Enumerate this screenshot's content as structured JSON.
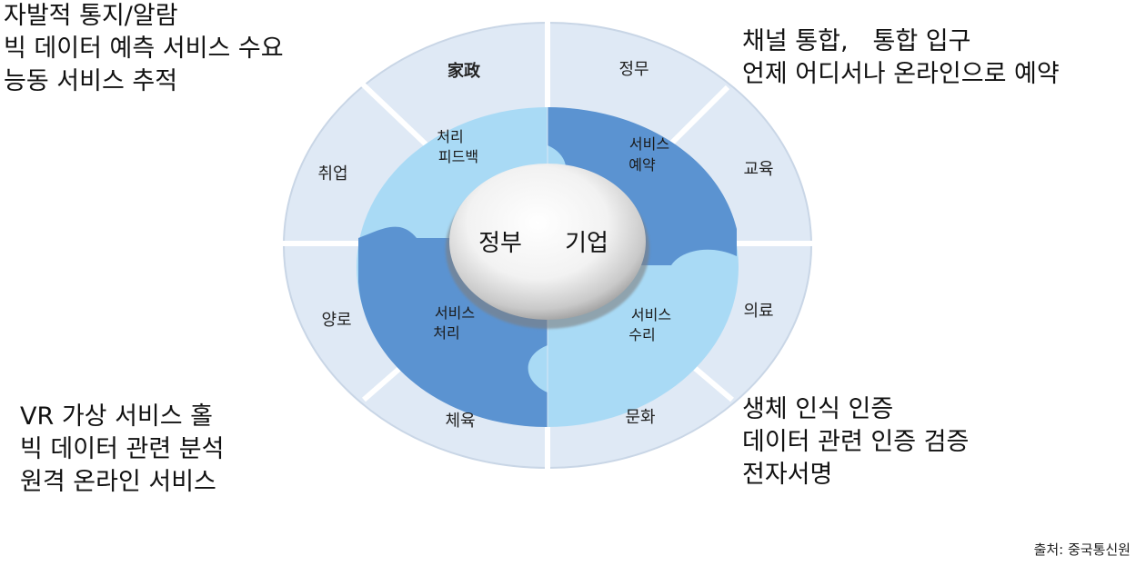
{
  "corners": {
    "top_left": [
      "자발적 통지/알람",
      "빅 데이터 예측 서비스 수요",
      "능동 서비스 추적"
    ],
    "top_right": [
      "채널 통합,　통합 입구",
      "언제 어디서나 온라인으로 예약"
    ],
    "bottom_left": [
      "VR 가상 서비스 홀",
      "빅 데이터 관련 분석",
      "원격 온라인 서비스"
    ],
    "bottom_right": [
      "생체 인식 인증",
      "데이터 관련 인증 검증",
      "전자서명"
    ]
  },
  "outer_ring": {
    "family_affairs": "家政",
    "government": "정무",
    "education": "교육",
    "medical": "의료",
    "culture": "문화",
    "sports": "체육",
    "elderly_care": "양로",
    "employment": "취업"
  },
  "inner_ring": {
    "feedback_line1": "처리",
    "feedback_line2": "피드백",
    "booking_line1": "서비스",
    "booking_line2": "예약",
    "receive_line1": "서비스",
    "receive_line2": "수리",
    "process_line1": "서비스",
    "process_line2": "처리"
  },
  "center": {
    "left": "정부",
    "right": "기업"
  },
  "source": "출처: 중국통신원",
  "colors": {
    "outer_ring": "#dfe9f5",
    "inner_light": "#a9daf5",
    "inner_dark": "#5b93d1",
    "divider": "#ffffff"
  }
}
